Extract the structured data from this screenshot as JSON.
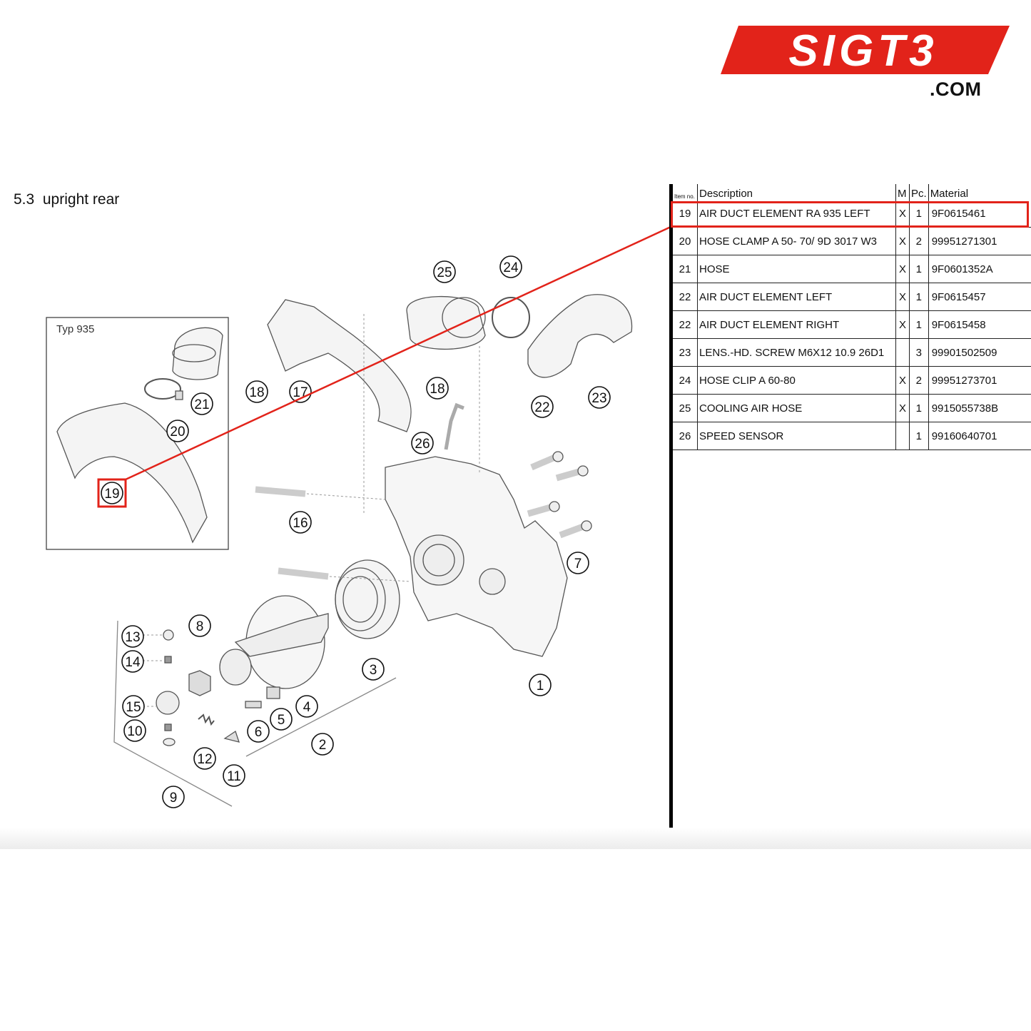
{
  "brand": {
    "logo_text": "SIGT3",
    "domain_suffix": ".COM",
    "accent_color": "#e2231a"
  },
  "section": {
    "number": "5.3",
    "title": "upright rear"
  },
  "inset": {
    "label": "Typ 935"
  },
  "callouts": [
    "1",
    "2",
    "3",
    "4",
    "5",
    "6",
    "7",
    "8",
    "9",
    "10",
    "11",
    "12",
    "13",
    "14",
    "15",
    "16",
    "17",
    "18",
    "18",
    "19",
    "20",
    "21",
    "22",
    "23",
    "24",
    "25",
    "26"
  ],
  "highlighted_item": "19",
  "table": {
    "headers": {
      "item": "Item no.",
      "description": "Description",
      "m": "M",
      "pc": "Pc.",
      "material": "Material"
    },
    "rows": [
      {
        "item": "19",
        "description": "AIR DUCT ELEMENT RA 935 LEFT",
        "m": "X",
        "pc": "1",
        "material": "9F0615461"
      },
      {
        "item": "20",
        "description": "HOSE CLAMP A 50- 70/ 9D 3017 W3",
        "m": "X",
        "pc": "2",
        "material": "99951271301"
      },
      {
        "item": "21",
        "description": "HOSE",
        "m": "X",
        "pc": "1",
        "material": "9F0601352A"
      },
      {
        "item": "22",
        "description": "AIR DUCT ELEMENT LEFT",
        "m": "X",
        "pc": "1",
        "material": "9F0615457"
      },
      {
        "item": "22",
        "description": "AIR DUCT ELEMENT RIGHT",
        "m": "X",
        "pc": "1",
        "material": "9F0615458"
      },
      {
        "item": "23",
        "description": "LENS.-HD. SCREW M6X12 10.9 26D1",
        "m": "",
        "pc": "3",
        "material": "99901502509"
      },
      {
        "item": "24",
        "description": "HOSE CLIP A 60-80",
        "m": "X",
        "pc": "2",
        "material": "99951273701"
      },
      {
        "item": "25",
        "description": "COOLING AIR HOSE",
        "m": "X",
        "pc": "1",
        "material": "9915055738B"
      },
      {
        "item": "26",
        "description": "SPEED SENSOR",
        "m": "",
        "pc": "1",
        "material": "99160640701"
      }
    ]
  }
}
